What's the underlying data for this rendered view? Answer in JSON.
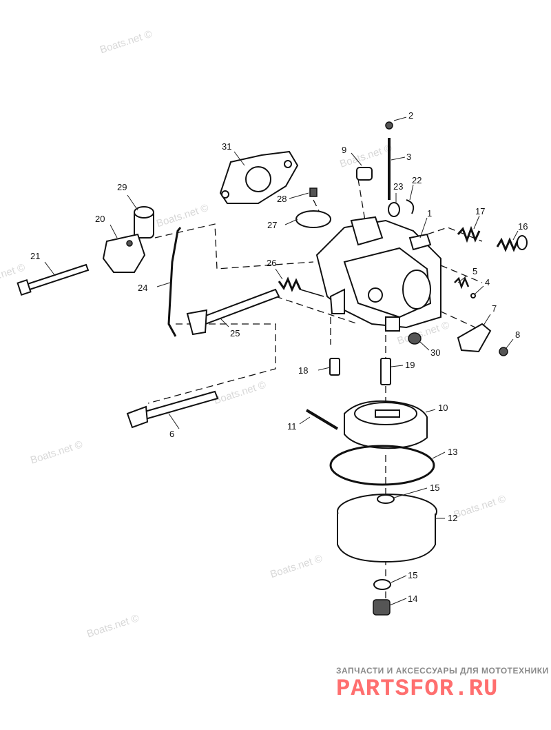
{
  "watermark": {
    "text": "Boats.net ©"
  },
  "brand": {
    "tagline": "ЗАПЧАСТИ И АКСЕССУАРЫ ДЛЯ МОТОТЕХНИКИ",
    "name": "PARTSFOR.RU",
    "color": "#ff6f6f"
  },
  "callouts": [
    "1",
    "2",
    "3",
    "4",
    "5",
    "6",
    "7",
    "8",
    "9",
    "10",
    "11",
    "12",
    "13",
    "14",
    "15",
    "15",
    "16",
    "17",
    "18",
    "19",
    "20",
    "21",
    "22",
    "23",
    "24",
    "25",
    "26",
    "27",
    "28",
    "29",
    "30",
    "31"
  ]
}
